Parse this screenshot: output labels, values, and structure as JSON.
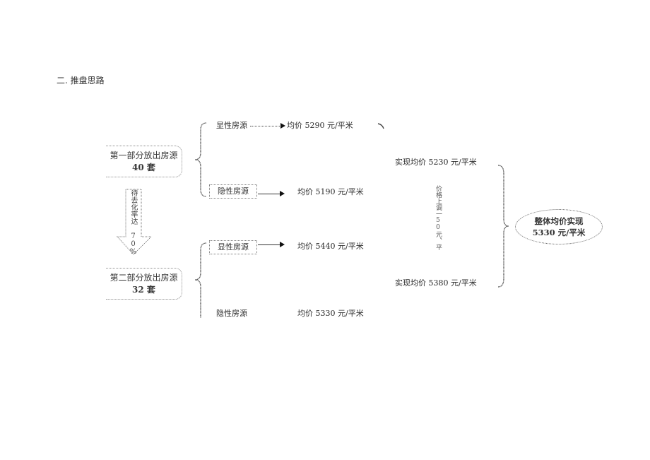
{
  "section": {
    "title": "二. 推盘思路"
  },
  "parts": [
    {
      "name": "第一部分放出房源",
      "count": "40 套",
      "visible": {
        "label": "显性房源",
        "price": "均价 5290 元/平米"
      },
      "hidden": {
        "label": "隐性房源",
        "price": "均价 5190 元/平米"
      },
      "realized": "实现均价 5230 元/平米"
    },
    {
      "name": "第二部分放出房源",
      "count": "32 套",
      "visible": {
        "label": "显性房源",
        "price": "均价 5440 元/平米"
      },
      "hidden": {
        "label": "隐性房源",
        "price": "均价 5330 元/平米"
      },
      "realized": "实现均价 5380 元/平米"
    }
  ],
  "transition": {
    "label": "待去化率达 70%"
  },
  "adjustment_note": "价格上调一50元、平",
  "overall": {
    "line1": "整体均价实现",
    "line2": "5330 元/平米"
  },
  "colors": {
    "line": "#555555",
    "text": "#2b2b2b",
    "arrow": "#111111"
  }
}
